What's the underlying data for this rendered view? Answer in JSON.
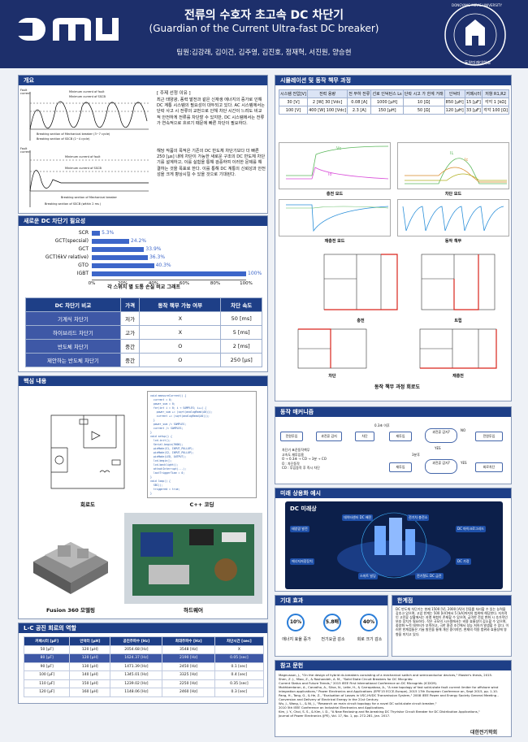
{
  "header": {
    "logo": "DMU",
    "title_ko": "전류의 수호자 초고속 DC 차단기",
    "title_en": "(Guardian of the Current Ultra-fast DC breaker)",
    "team": "팀원:김강래, 김이건, 김주영, 김진호, 정재혁, 서진원, 양승현",
    "univ_en": "DONGYANG MIRAE UNIVERSITY",
    "univ_ko": "동양미래대학교"
  },
  "overview": {
    "heading": "개요",
    "subject_label": "[ 주제 선정 이유 ]",
    "para1": "최근 태양광, 풍력 발전과 같은 신재생 에너지의 증가로 인해 DC 계통 시스템의 필요성이 대두되고 있다. AC 시스템에서는 단락 사고 시 전류의 교번으로 인해 차단 시간이 느려도 비교적 안전하게 전류를 차단할 수 있지만, DC 시스템에서는 전류가 연속적으로 흐르기 때문에 빠른 차단이 필요하다.",
    "para2": "해당 작품의 목적은 기존의 DC 반도체 차단기보다 더 빠른 250 [μs] 내에 차단이 가능한 새로운 구조의 DC 반도체 차단기를 설계하고, 이를 실험을 통해 검증하여 이러한 문제를 해결하는 것을 목표로 한다. 이를 통해 DC 계통의 신뢰성과 안전성을 크게 향상시킬 수 있을 것으로 기대된다.",
    "fig1_labels": [
      "Fault current",
      "Minimum current of fault",
      "Minimum current of SSCB",
      "Breaking section of Mechanical breaker (3~7 cycle)",
      "Breaking section of SSCB (1~4 cycle)"
    ],
    "fig2_labels": [
      "Fault current",
      "Minimum current of fault",
      "Minimum current of SSCB",
      "Breaking section of Mechanical breaker",
      "Breaking section of SSCB (within 2 ms )"
    ]
  },
  "need": {
    "heading": "새로운 DC 차단기 필요성",
    "caption": "각 스위치 별 도통 손실 비교 그래프"
  },
  "chart_data": {
    "type": "bar",
    "categories": [
      "SCR",
      "GCT(specsial)",
      "GCT",
      "GCT(6kV relative)",
      "GTO",
      "IGBT"
    ],
    "values": [
      5.3,
      24.2,
      33.9,
      36.3,
      40.3,
      100
    ],
    "value_labels": [
      "5.3%",
      "24.2%",
      "33.9%",
      "36.3%",
      "40.3%",
      "100%"
    ],
    "xlim": [
      0,
      100
    ],
    "xticks": [
      "0%",
      "20%",
      "40%",
      "60%",
      "80%",
      "100%"
    ],
    "title": "각 스위치 별 도통 손실 비교 그래프"
  },
  "compare": {
    "headers": [
      "DC 차단기 비교",
      "가격",
      "동작 책무 가능 여부",
      "차단 속도"
    ],
    "rows": [
      [
        "기계식 차단기",
        "저가",
        "X",
        "50 [ms]"
      ],
      [
        "하이브리드 차단기",
        "고가",
        "X",
        "5 [ms]"
      ],
      [
        "반도체 차단기",
        "중간",
        "O",
        "2 [ms]"
      ],
      [
        "제안하는 반도체 차단기",
        "중간",
        "O",
        "250 [μs]"
      ]
    ]
  },
  "core": {
    "heading": "핵심 내용",
    "circuit_cap": "회로도",
    "code_cap": "C++ 코딩",
    "fusion_cap": "Fusion 360 모델링",
    "hw_cap": "하드웨어",
    "code_lines": [
      "void measureCurrent() {",
      "  current = 0;",
      "  power_sum = 0;",
      "  for(int i = 0; i < SAMPLES; i++) {",
      "    power_sum += (sqrt(analogRead(A0)));",
      "    current += (sqrt(analogRead(A0)));",
      "  }",
      "  power_sum /= SAMPLES;",
      "  current /= SAMPLES;",
      "}",
      "",
      "void setup() {",
      "  lcd.init();",
      "  Serial.begin(9600);",
      "  pinMode(S1, INPUT_PULLUP);",
      "  pinMode(S2, INPUT_PULLUP);",
      "  pinMode(LED, OUTPUT);",
      "  lcd.begin();",
      "  lcd.backlight();",
      "  attachInterrupt(...);",
      "  lastTriggerTime = 0;",
      "}",
      "void loop() {",
      "  SBC();",
      "  triggered = true;",
      "}"
    ]
  },
  "lc": {
    "heading": "L-C 공진 회로의 역할",
    "headers": [
      "커패시터 [μF]",
      "인덕터 [μH]",
      "공진주파수 [Hz]",
      "최대주파수 [Hz]",
      "차단시간 [sec]"
    ],
    "rows": [
      [
        "50 [μF]",
        "120 [μH]",
        "2054.68 [Hz]",
        "3548 [Hz]",
        "X"
      ],
      [
        "80 [μF]",
        "120 [μH]",
        "1624.37 [Hz]",
        "2190 [Hz]",
        "0.05 [sec]"
      ],
      [
        "90 [μF]",
        "130 [μH]",
        "1471.39 [Hz]",
        "2450 [Hz]",
        "0.1 [sec]"
      ],
      [
        "100 [μF]",
        "140 [μH]",
        "1345.01 [Hz]",
        "3325 [Hz]",
        "0.4 [sec]"
      ],
      [
        "110 [μF]",
        "150 [μH]",
        "1239.02 [Hz]",
        "2250 [Hz]",
        "0.35 [sec]"
      ],
      [
        "120 [μF]",
        "160 [μH]",
        "1148.06 [Hz]",
        "2460 [Hz]",
        "0.3 [sec]"
      ]
    ]
  },
  "sim": {
    "heading": "시뮬레이션 및 동작 책무 과정",
    "headers": [
      "시스템 전압[V]",
      "전력 용량",
      "전 부하 전류",
      "선로 인덕턴스 Ls",
      "단락 시고 가 한계 거래",
      "인덕터",
      "커패시터",
      "저항 R1,R2"
    ],
    "rows": [
      [
        "30 [V]",
        "2 [W] 30 [Vdc]",
        "0.08 [A]",
        "1000 [μH]",
        "10 [Ω]",
        "850 [μH]",
        "15 [μF]",
        "각각 1 [kΩ]"
      ],
      [
        "100 [V]",
        "400 [W] 100 [Vdc]",
        "2.3 [A]",
        "150 [μH]",
        "50 [Ω]",
        "120 [μH]",
        "33 [μF]",
        "각각 100 [Ω]"
      ]
    ],
    "g1": "충전 모드",
    "g2": "차단 모드",
    "g3": "재충전 모드",
    "g4": "동작 책무",
    "c1": "충전",
    "c2": "트립",
    "c3": "차단",
    "c4": "재충전",
    "caption": "동작 책무 과정 회로도",
    "legend_vc": "Vc",
    "legend_io": "Io",
    "legend_il": "IL",
    "legend_ic": "Ic"
  },
  "mech": {
    "heading": "동작 매커니즘",
    "boxes": [
      "전원투입",
      "과전류 감지",
      "차단",
      "재투입",
      "과전류 감지?",
      "전원투입",
      "재투입",
      "과전류 감지?",
      "회로차단"
    ],
    "t1": "0.3초 이후",
    "t2": "3분후",
    "yes": "YES",
    "no": "NO",
    "legend": [
      "차단기 표준동작책무",
      "고속도 재투입용",
      "O → 0.3초 → CO → 3분 → CO",
      "O : 차단동작",
      "CO : 투입동작 후 즉시 차단"
    ]
  },
  "future": {
    "heading": "미래 상용화 예시",
    "banner": "DC 미래상",
    "items": [
      "데이터센터 DC 배전",
      "전기차 충전소",
      "태양광 발전",
      "DC 마이크로그리드",
      "에너지저장장치",
      "DC 가정",
      "스마트 빌딩",
      "전기철도 DC 급전"
    ]
  },
  "effect": {
    "heading": "기대 효과",
    "circles": [
      {
        "v": "10%",
        "l": "에너지 효율 증가"
      },
      {
        "v": "5.8배",
        "l": "전기요금 감소"
      },
      {
        "v": "40%",
        "l": "회로 크기 감소"
      }
    ]
  },
  "limit": {
    "heading": "한계점",
    "text": "DC 반도체 차단기는 현재 1500 [V], 2000 [A]의 전류를 처리할 수 있는 능력을 갖추고 있으며, 고압 한계는 500 [kV]에서 5 [kA]까지의 범위에 해당한다. 지속적인 고전류 상황에서는 과열 위험이 존재할 수 있으며, 급격한 전압 변화 시 추가적인 보호 장치가 필요하다. 작은 규모의 시스템에서는 비용 효율성이 감소할 수 있으며, 중량화 누적 데이터가 부족하고, 극한 환경 조건에서 성능 저하가 발생할 수 있다. 이러한 한계점들은 기술 발전을 통해 개선 중이지만, 현재의 적용 범위와 효율성에 영향을 미치고 있다."
  },
  "refs": {
    "heading": "참고 문헌",
    "lines": [
      "Magnusson, J., \"On the design of hybrid dc-breakers consisting of a mechanical switch and semiconductor devices,\" Master's thesis, 2015.",
      "Shen, Z. J., Miao, Z., & Roshandeh, A. M., \"Solid State Circuit Breakers for DC Micrgrids:",
      "Current Status and Future Trends,\" 2015 IEEE First International Conference on DC Microgrids (ICDCM).",
      "Mokhberdoran, A., Carvalho, A., Silva, N., Leite, H., & Carrapatoso, A., \"A new topology of fast solid-state fault current limiter for offshore wind",
      "integration applications,\" Power Electronics and Applications (EPE'15 ECCE-Europe), 2015 17th European Conference on, Sept 2015, pp. 1-10.",
      "Pang, H., Tang, G., & He, Z., \"Evaluation of Losses in VSC-HVDC Transmission System,\" 2008 IEEE Power and Energy Society General Meeting -",
      "Conversion and Delivery of Electrical Energy in the 21st Century.",
      "Wu, J., Wang, L., & Ni, J., \"Research on main circuit topology for a novel DC solid-state circuit breaker,\"",
      "2010 5th IEEE Conference on Industrial Electronics and Applications.",
      "Kim, J. Y., Choi, S. S., & Kim, I. D., \"A New Reclosing and Re-breaking DC Thyristor Circuit Breaker for DC Distribution Applications,\"",
      "Journal of Power Electronics (JPE), Vol. 17, No. 1, pp. 272-281, Jan. 2017."
    ],
    "society": "대한전기학회"
  }
}
